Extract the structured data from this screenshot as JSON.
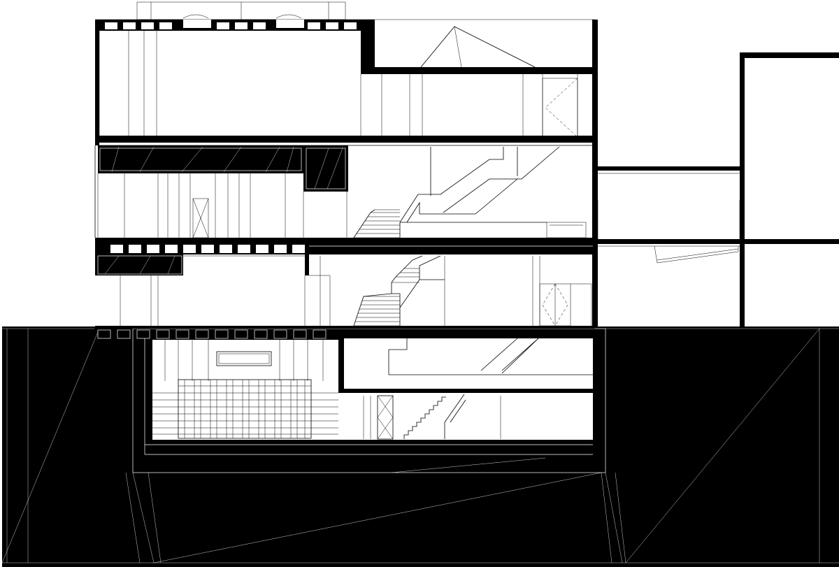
{
  "drawing": {
    "kind": "architectural-section",
    "colors": {
      "background": "#ffffff",
      "line": "#000000",
      "poche": "#000000",
      "ground": "#000000"
    },
    "levels_above_ground": 3,
    "levels_below_ground": 1,
    "features": [
      "auditorium-seating",
      "stairs",
      "cross-braced-doors",
      "cantilever-slabs",
      "skylight-roof"
    ],
    "text_labels": []
  }
}
